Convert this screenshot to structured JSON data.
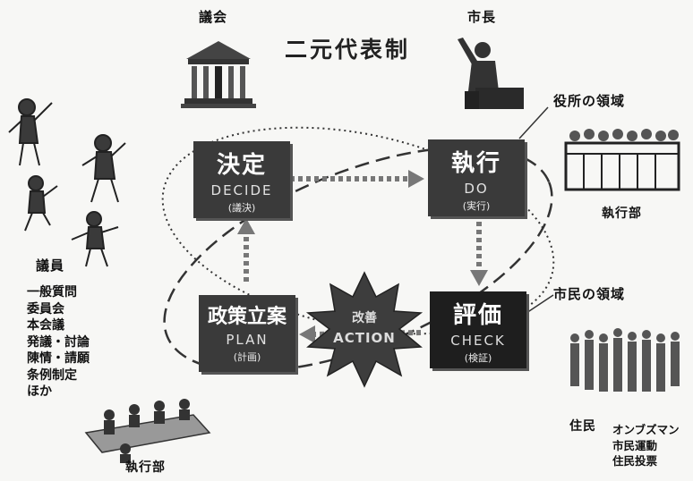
{
  "title": "二元代表制",
  "labels": {
    "council": "議会",
    "mayor": "市長",
    "office_domain": "役所の領域",
    "citizen_domain": "市民の領域",
    "exec_right": "執行部",
    "exec_bottom": "執行部",
    "members": "議員",
    "residents": "住民"
  },
  "boxes": {
    "decide": {
      "main": "決定",
      "eng": "DECIDE",
      "sub": "(議決)"
    },
    "do": {
      "main": "執行",
      "eng": "DO",
      "sub": "(実行)"
    },
    "plan": {
      "main": "政策立案",
      "eng": "PLAN",
      "sub": "(計画)"
    },
    "check": {
      "main": "評価",
      "eng": "CHECK",
      "sub": "(検証)"
    }
  },
  "action": {
    "main": "改善",
    "eng": "ACTION"
  },
  "member_activities": [
    "一般質問",
    "委員会",
    "本会議",
    "発議・討論",
    "陳情・請願",
    "条例制定",
    "ほか"
  ],
  "resident_activities": [
    "オンブズマン",
    "市民運動",
    "住民投票"
  ],
  "colors": {
    "box_dark": "#3a3a3a",
    "box_darker": "#1e1e1e",
    "burst": "#3d3d3d"
  }
}
